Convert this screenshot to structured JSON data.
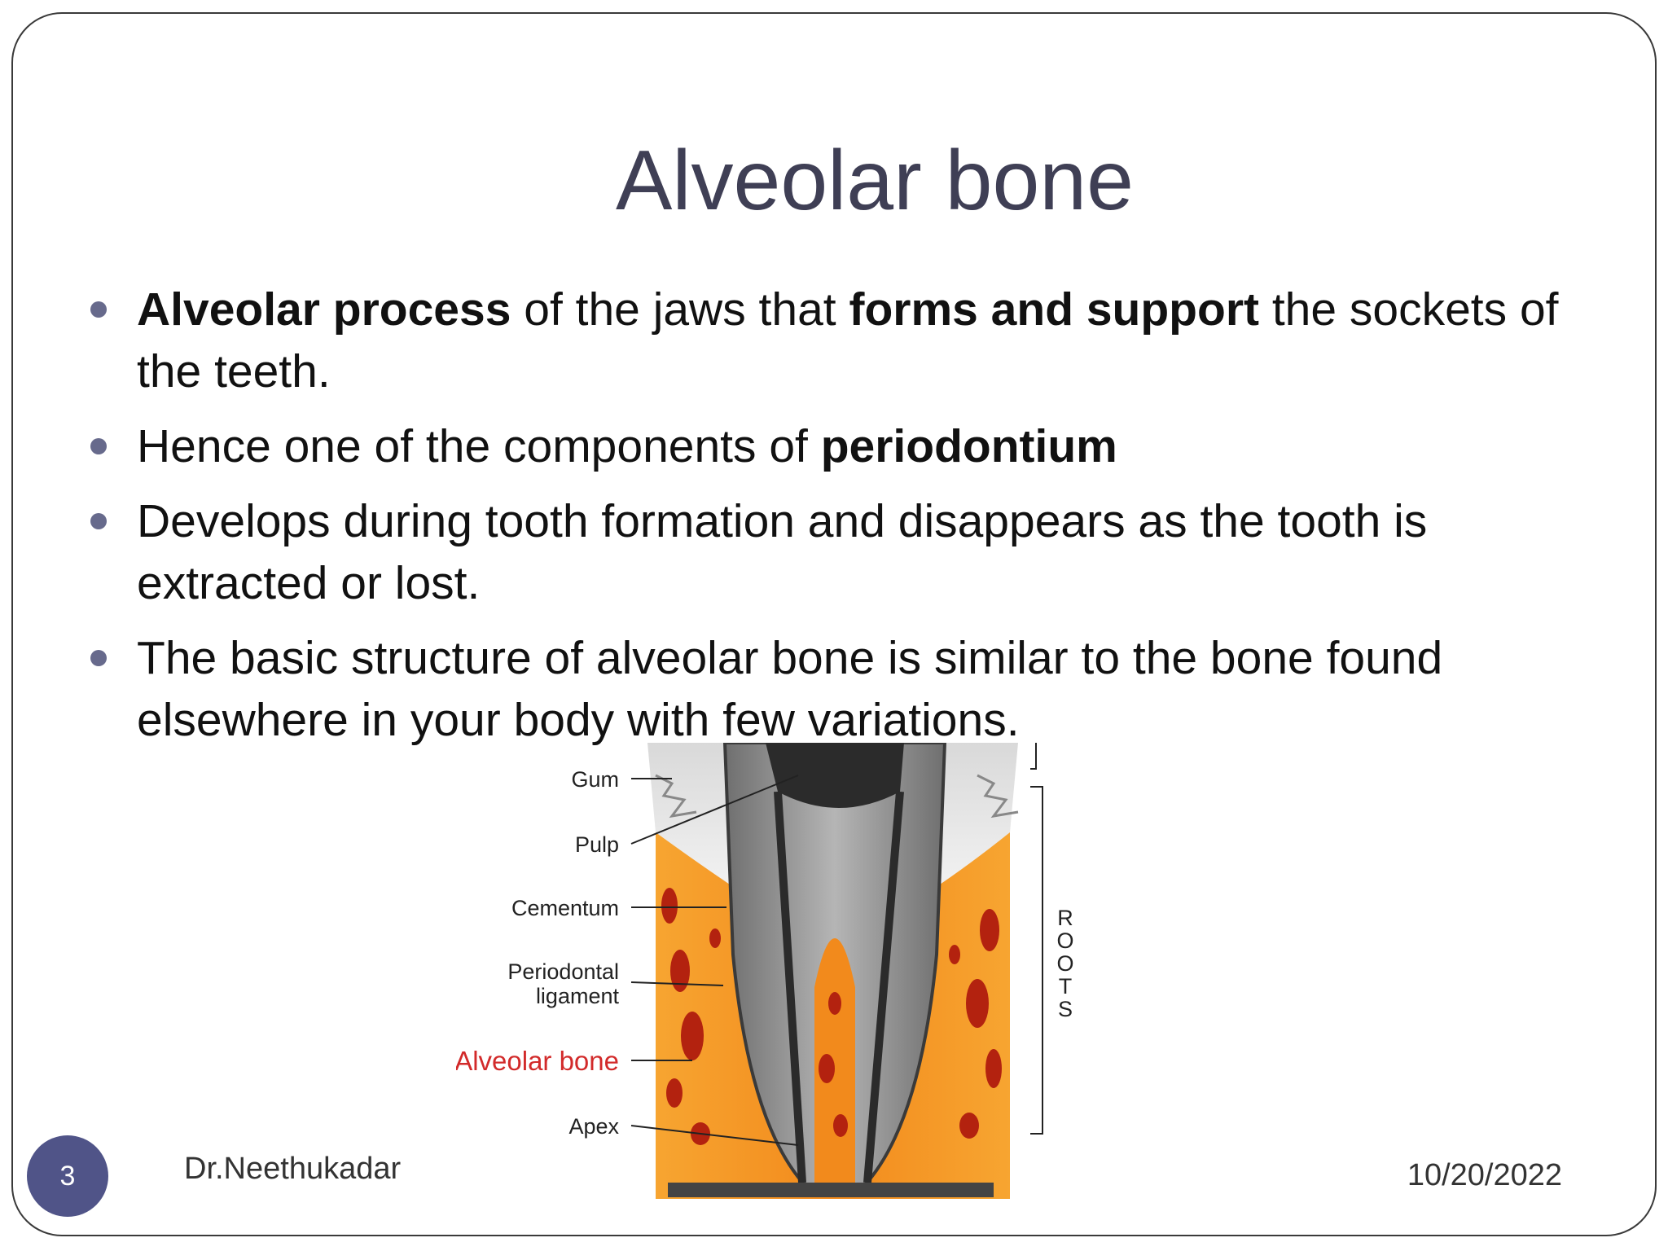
{
  "slide": {
    "title": "Alveolar bone",
    "bullets": [
      {
        "parts": [
          {
            "text": "Alveolar process",
            "bold": true
          },
          {
            "text": " of the jaws that ",
            "bold": false
          },
          {
            "text": "forms and support",
            "bold": true
          },
          {
            "text": " the sockets of the teeth.",
            "bold": false
          }
        ]
      },
      {
        "parts": [
          {
            "text": "Hence one of the components of ",
            "bold": false
          },
          {
            "text": "periodontium",
            "bold": true
          }
        ]
      },
      {
        "parts": [
          {
            "text": "Develops during tooth formation and disappears as the tooth is extracted or lost.",
            "bold": false
          }
        ]
      },
      {
        "parts": [
          {
            "text": "The basic structure of alveolar bone is similar to the bone found elsewhere in your body with few variations.",
            "bold": false
          }
        ]
      }
    ],
    "figure": {
      "labels": {
        "gum": "Gum",
        "pulp": "Pulp",
        "cementum": "Cementum",
        "periodontal_1": "Periodontal",
        "periodontal_2": "ligament",
        "alveolar_bone": "Alveolar bone",
        "apex": "Apex",
        "roots": [
          "R",
          "O",
          "O",
          "T",
          "S"
        ]
      }
    },
    "footer": {
      "slide_number": "3",
      "author": "Dr.Neethukadar",
      "date": "10/20/2022"
    }
  }
}
